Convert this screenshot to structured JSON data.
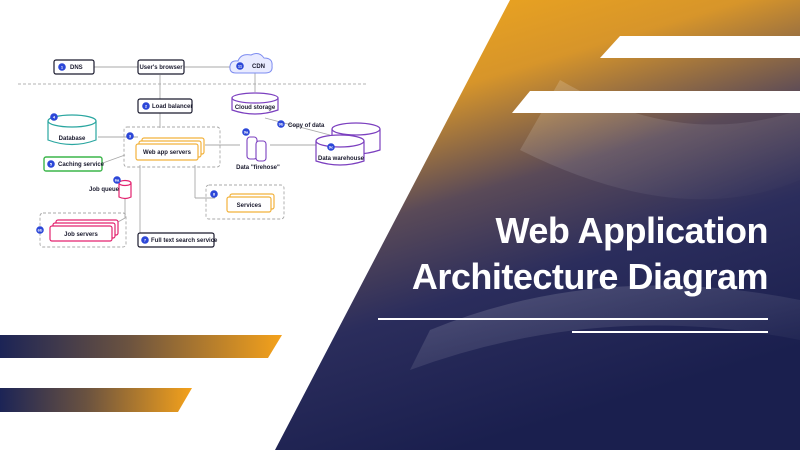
{
  "title": {
    "line1": "Web Application",
    "line2": "Architecture Diagram"
  },
  "colors": {
    "navy": "#1c2456",
    "orange": "#f5a21b",
    "blue_badge": "#2c47d8",
    "green_border": "#3bb54a",
    "magenta_border": "#e3236f",
    "purple_border": "#7b3fbf",
    "gold_border": "#f2b23c",
    "dark_border": "#1a1a2e"
  },
  "diagram": {
    "nodes": {
      "dns": {
        "badge": "1",
        "label": "DNS"
      },
      "browser": {
        "label": "User's browser"
      },
      "cdn": {
        "badge": "11",
        "label": "CDN"
      },
      "load_balancer": {
        "badge": "2",
        "label": "Load balancer"
      },
      "cloud_storage": {
        "label": "Cloud storage"
      },
      "database": {
        "badge": "4",
        "label": "Database"
      },
      "caching": {
        "badge": "5",
        "label": "Caching service"
      },
      "web_app_servers": {
        "label": "Web app servers"
      },
      "data_firehose": {
        "badge": "9a",
        "label": "Data \"firehose\""
      },
      "copy_of_data": {
        "badge": "9b",
        "label": "Copy of data"
      },
      "data_warehouse": {
        "badge": "9c",
        "label": "Data warehouse"
      },
      "job_queue": {
        "badge": "6a",
        "label": "Job queue"
      },
      "services": {
        "badge": "8",
        "label": "Services"
      },
      "job_servers": {
        "badge": "6b",
        "label": "Job servers"
      },
      "full_text_search": {
        "badge": "7",
        "label": "Full text search service"
      }
    }
  }
}
